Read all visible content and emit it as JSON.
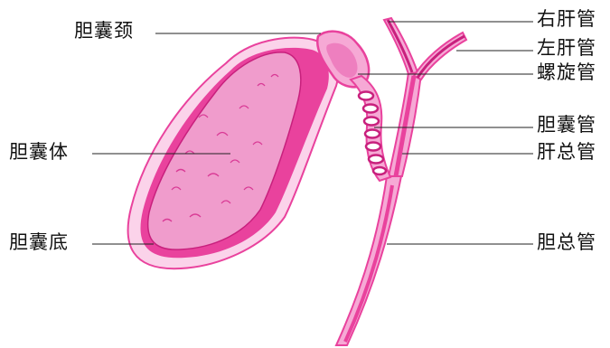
{
  "colors": {
    "tissue": "#f6a9d5",
    "wall": "#e9429d",
    "dark": "#c8207d",
    "lumen": "#ee7fbf",
    "label_text": "#111111",
    "leader": "#222222"
  },
  "labels": {
    "neck": "胆囊颈",
    "body": "胆囊体",
    "fundus": "胆囊底",
    "right_hepatic": "右肝管",
    "left_hepatic": "左肝管",
    "spiral_valve": "螺旋管",
    "cystic_duct": "胆囊管",
    "common_hepatic": "肝总管",
    "common_bile": "胆总管"
  }
}
